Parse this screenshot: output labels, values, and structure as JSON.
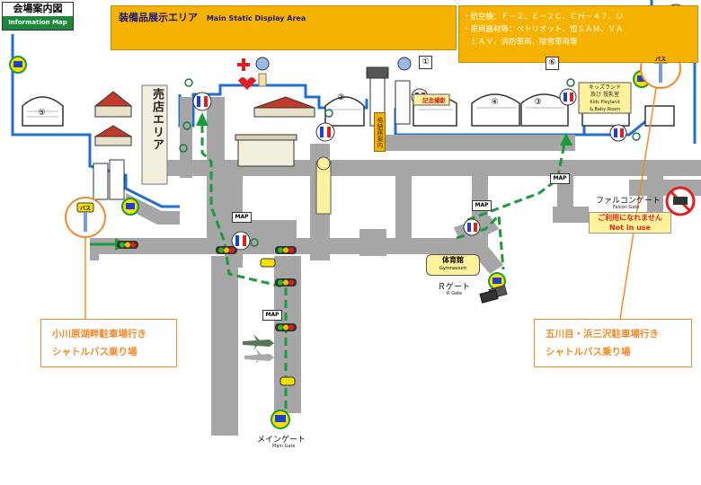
{
  "header": {
    "title": "会場案内図",
    "title_en": "Information Map"
  },
  "display_banner": {
    "title": "装備品展示エリア",
    "title_en": "Main Static Display Area"
  },
  "info_banner": {
    "lines": [
      "・航空機：Ｆ－２、Ｅ－２Ｃ、ＣＨ－４７、Ｕ",
      "・車両器材等：ペトリオット、短ＳＡＭ、ＶＡ",
      "　ＬＡＶ、消防車両、除雪車両等"
    ]
  },
  "numbers": {
    "n1": "①",
    "n2": "②",
    "n3": "③",
    "n4": "④",
    "n5": "⑤",
    "n6": "⑥"
  },
  "labels": {
    "shop_area": "売店エリア",
    "kids_line1": "キッズランド",
    "kids_line2": "及び 授乳室",
    "kids_en1": "Kids Playland",
    "kids_en2": "& Baby Room",
    "photo_area": "記念撮影",
    "guidance": "格納庫案内",
    "falcon_gate": "ファルコンゲート",
    "falcon_gate_en": "Falcon Gate",
    "not_in_use": "ご利用になれません",
    "not_in_use_en": "Not in use",
    "gym": "体育館",
    "gym_en": "Gymnasium",
    "r_gate": "Ｒゲート",
    "r_gate_en": "R Gate",
    "main_gate": "メインゲート",
    "main_gate_en": "Main Gate",
    "map_sign": "MAP",
    "bus": "バス"
  },
  "callouts": {
    "left_line1": "小川原湖畔駐車場行き",
    "left_line2": "シャトルバス乗り場",
    "right_line1": "五川目・浜三沢駐車場行き",
    "right_line2": "シャトルバス乗り場"
  },
  "colors": {
    "road": "#a6a6a6",
    "route": "#1a9a3a",
    "fence": "#1f6fd1",
    "banner": "#f6b200",
    "callout": "#f28a2a",
    "aircraft": "#1a2aa0"
  },
  "icons": [
    "compass-icon",
    "bus-stop-icon",
    "restroom-icon",
    "wheelchair-icon",
    "first-aid-icon",
    "info-icon",
    "traffic-light-icon",
    "aircraft-icon",
    "vehicle-icon",
    "no-entry-icon"
  ]
}
